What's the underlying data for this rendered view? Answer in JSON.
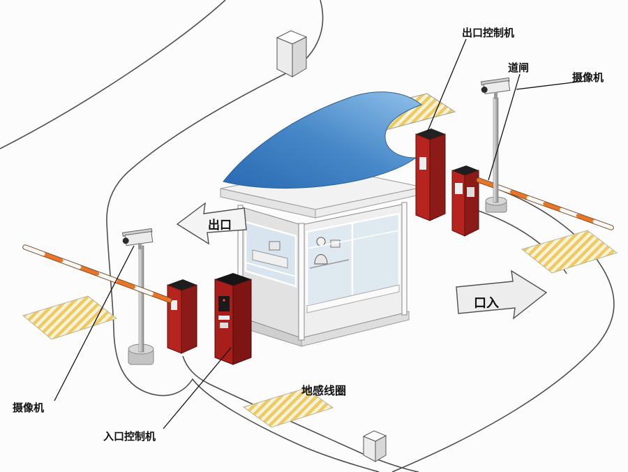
{
  "labels": {
    "exit_controller": "出口控制机",
    "barrier_gate": "道闸",
    "camera_right": "摄像机",
    "camera_left": "摄像机",
    "exit_sign": "出口",
    "entrance_sign": "口入",
    "ground_loop": "地感线圈",
    "entrance_controller": "入口控制机"
  },
  "colors": {
    "background": "#fcfcfc",
    "road_line": "#4d4d4d",
    "machine_red": "#b5241f",
    "machine_red_dark": "#8c1a16",
    "machine_red_front": "#a81e1a",
    "machine_red_side": "#7e1512",
    "canopy_blue_light": "#90c0ea",
    "canopy_blue_dark": "#2a6ab2",
    "arm_orange": "#e8762a",
    "hatch_yellow": "#edcb62",
    "glass_blue": "#d8e4ee"
  }
}
